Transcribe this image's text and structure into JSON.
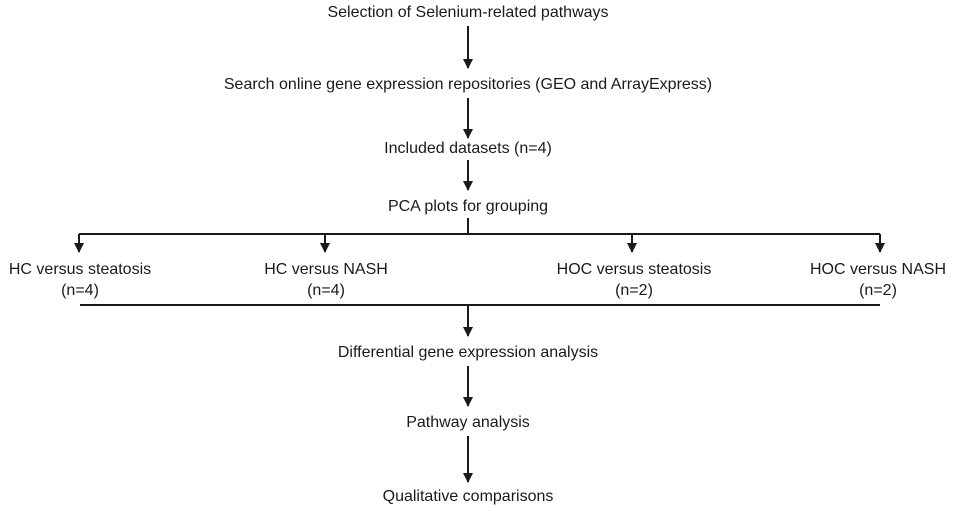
{
  "steps": {
    "selection": "Selection of Selenium-related pathways",
    "search": "Search online gene expression repositories (GEO and ArrayExpress)",
    "included": "Included datasets (n=4)",
    "pca": "PCA plots for grouping",
    "differential": "Differential gene expression analysis",
    "pathway": "Pathway analysis",
    "qualitative": "Qualitative comparisons"
  },
  "groups": [
    {
      "label": "HC versus steatosis",
      "count": "(n=4)"
    },
    {
      "label": "HC versus NASH",
      "count": "(n=4)"
    },
    {
      "label": "HOC versus steatosis",
      "count": "(n=2)"
    },
    {
      "label": "HOC versus NASH",
      "count": "(n=2)"
    }
  ],
  "colors": {
    "line": "#1a1a1a",
    "text": "#1a1a1a",
    "background": "#ffffff"
  }
}
